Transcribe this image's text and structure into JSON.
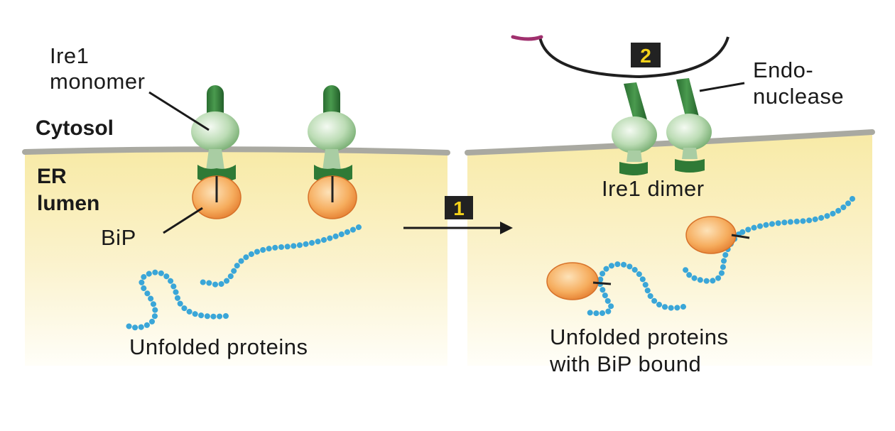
{
  "labels": {
    "ire1_monomer_line1": "Ire1",
    "ire1_monomer_line2": "monomer",
    "cytosol": "Cytosol",
    "er_line1": "ER",
    "er_line2": "lumen",
    "bip": "BiP",
    "unfolded_proteins": "Unfolded proteins",
    "endonuclease_line1": "Endo-",
    "endonuclease_line2": "nuclease",
    "ire1_dimer": "Ire1 dimer",
    "unfolded_bip_line1": "Unfolded proteins",
    "unfolded_bip_line2": "with BiP bound"
  },
  "steps": {
    "step1": "1",
    "step2": "2"
  },
  "colors": {
    "lumen_top": "#f9efb5",
    "lumen_bottom": "#fffdf3",
    "membrane": "#a8a8a0",
    "ire1_dark": "#2f7a36",
    "ire1_light": "#d8ebd4",
    "bip_light": "#fbd39a",
    "bip_dark": "#e8842a",
    "protein_chain": "#3aa6d8",
    "step_badge": "#222222",
    "step_text": "#f4d21a"
  }
}
